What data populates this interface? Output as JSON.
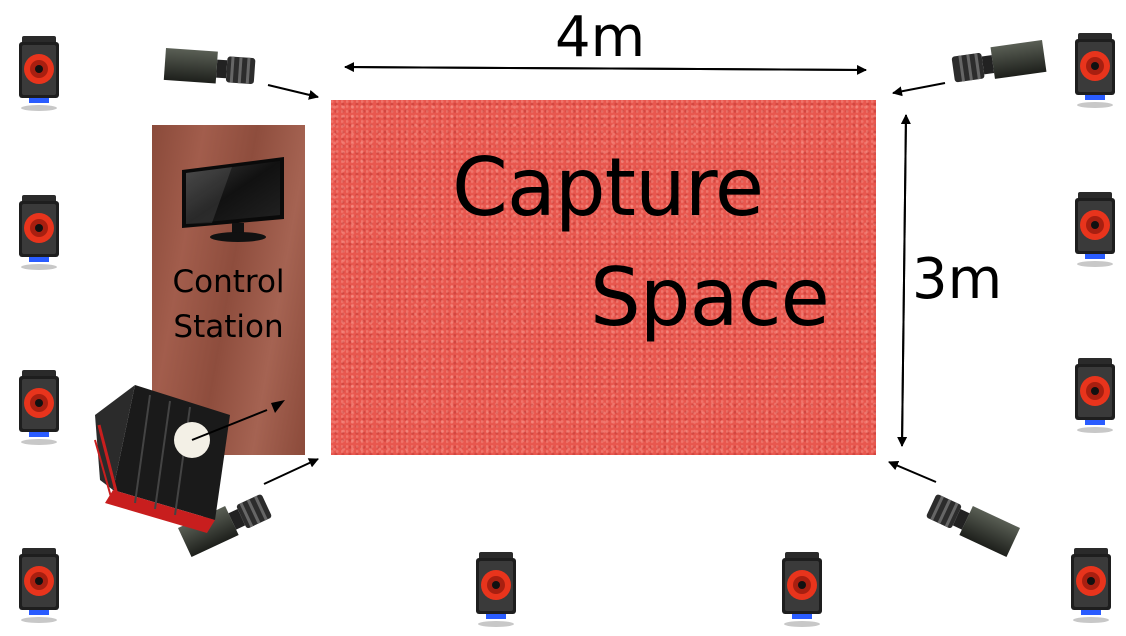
{
  "capture_space": {
    "line1": "Capture",
    "line2": "Space"
  },
  "control_station": {
    "line1": "Control",
    "line2": "Station"
  },
  "dimensions": {
    "width": "4m",
    "depth": "3m"
  }
}
